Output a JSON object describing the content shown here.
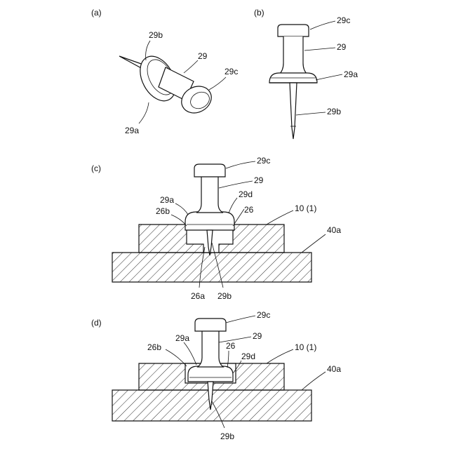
{
  "panels": {
    "a": {
      "panel_label": "(a)",
      "labels": {
        "head_flange": "29b",
        "pin": "29",
        "cap": "29c",
        "flange": "29a"
      }
    },
    "b": {
      "panel_label": "(b)",
      "labels": {
        "cap": "29c",
        "pin": "29",
        "flange": "29a",
        "needle": "29b"
      }
    },
    "c": {
      "panel_label": "(c)",
      "labels": {
        "cap": "29c",
        "pin": "29",
        "flange": "29a",
        "flange_bottom": "29d",
        "recess_side": "26b",
        "recess": "26",
        "board": "10 (1)",
        "base": "40a",
        "hole": "26a",
        "needle": "29b"
      }
    },
    "d": {
      "panel_label": "(d)",
      "labels": {
        "cap": "29c",
        "pin": "29",
        "flange": "29a",
        "recess_side": "26b",
        "recess": "26",
        "flange_bottom": "29d",
        "board": "10 (1)",
        "base": "40a",
        "needle": "29b"
      }
    }
  }
}
